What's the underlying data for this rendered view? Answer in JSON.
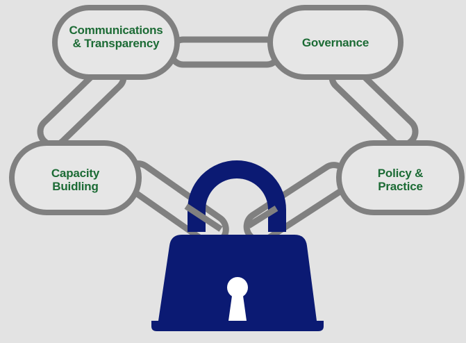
{
  "diagram": {
    "links": {
      "communications": {
        "line1": "Communications",
        "line2": "& Transparency"
      },
      "governance": {
        "line1": "Governance"
      },
      "capacity": {
        "line1": "Capacity",
        "line2": "Buidling"
      },
      "policy": {
        "line1": "Policy &",
        "line2": "Practice"
      }
    },
    "icons": {
      "lock": "padlock-icon"
    },
    "colors": {
      "background": "#e3e3e3",
      "chain_stroke": "#808080",
      "chain_fill": "#e6e6e6",
      "label_text": "#1c6b35",
      "lock": "#0b1a73"
    }
  }
}
